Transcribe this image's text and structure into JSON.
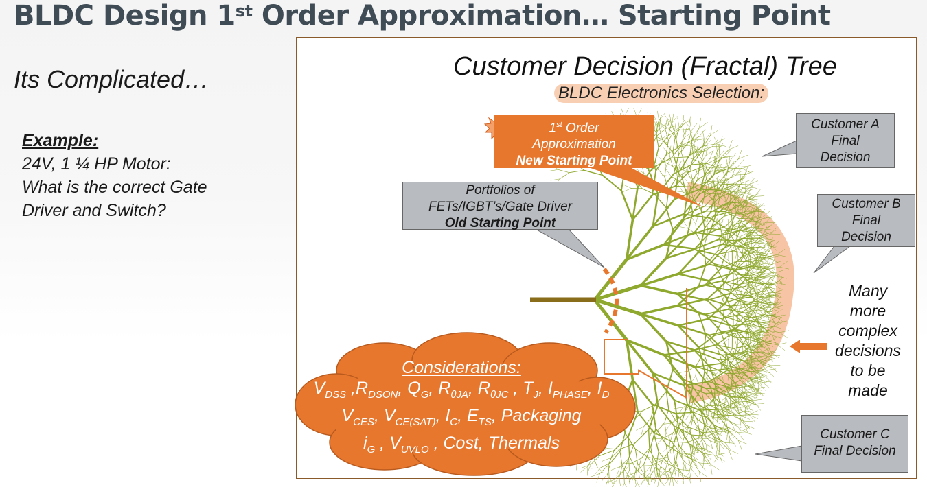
{
  "title": {
    "main_pre": "BLDC Design 1",
    "sup": "st",
    "main_post": " Order Approximation… Starting Point"
  },
  "subtitle": "Its Complicated…",
  "example": {
    "heading": "Example:",
    "lines": [
      "24V, 1 ¼ HP Motor:",
      "What is the correct Gate",
      "Driver and Switch?"
    ]
  },
  "diagram": {
    "title": "Customer Decision (Fractal) Tree",
    "subtitle": "BLDC Electronics Selection:",
    "new_start": {
      "line1_pre": "1",
      "line1_sup": "st",
      "line1_post": " Order",
      "line2": "Approximation",
      "line3": "New Starting Point"
    },
    "old_start": {
      "line1": "Portfolios of",
      "line2": "FETs/IGBT’s/Gate Driver",
      "line3": "Old Starting Point"
    },
    "customer_a": {
      "line1": "Customer A",
      "line2": "Final",
      "line3": "Decision"
    },
    "customer_b": {
      "line1": "Customer B",
      "line2": "Final",
      "line3": "Decision"
    },
    "customer_c": {
      "line1": "Customer C",
      "line2": "Final Decision"
    },
    "many_more": [
      "Many",
      "more",
      "complex",
      "decisions",
      "to be",
      "made"
    ],
    "considerations": {
      "heading": "Considerations:",
      "line1": [
        {
          "t": "V"
        },
        {
          "s": "DSS"
        },
        {
          "t": " ,R"
        },
        {
          "s": "DSON"
        },
        {
          "t": ", Q"
        },
        {
          "s": "G"
        },
        {
          "t": ", R"
        },
        {
          "s": "θJA"
        },
        {
          "t": ", R"
        },
        {
          "s": "θJC"
        },
        {
          "t": " , T"
        },
        {
          "s": "J"
        },
        {
          "t": ", I"
        },
        {
          "s": "PHASE"
        },
        {
          "t": ", I"
        },
        {
          "s": "D"
        }
      ],
      "line2": [
        {
          "t": "V"
        },
        {
          "s": "CES"
        },
        {
          "t": ", V"
        },
        {
          "s": "CE(SAT)"
        },
        {
          "t": ", I"
        },
        {
          "s": "C"
        },
        {
          "t": ", E"
        },
        {
          "s": "TS"
        },
        {
          "t": ", Packaging"
        }
      ],
      "line3": [
        {
          "t": "i"
        },
        {
          "s": "G"
        },
        {
          "t": " , V"
        },
        {
          "s": "UVLO"
        },
        {
          "t": " , Cost, Thermals"
        }
      ]
    }
  },
  "colors": {
    "title": "#3f4b55",
    "orange": "#e8772e",
    "tree": "#8fa82e",
    "trunk": "#8a6d1a",
    "frame": "#8b5a2b",
    "callout": "#b8bbbf",
    "arc": "#f5b78f"
  }
}
